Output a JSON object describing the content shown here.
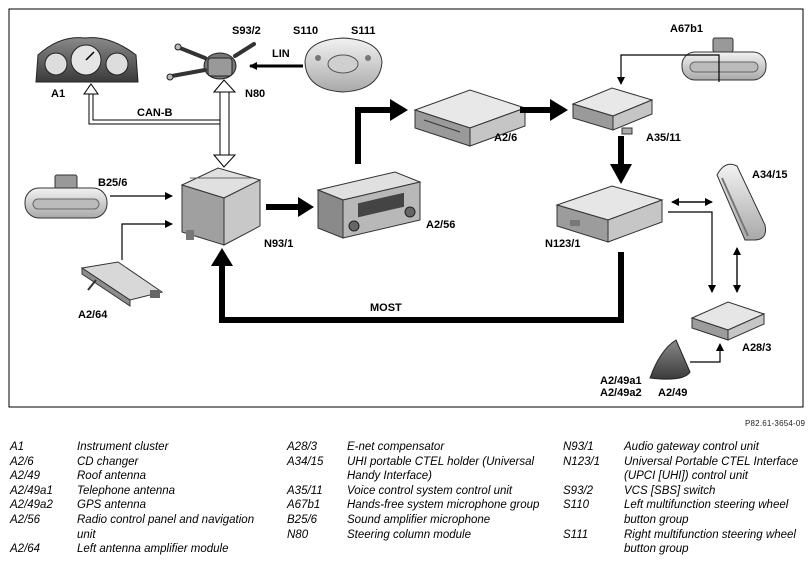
{
  "diagram": {
    "labels": {
      "a1": "A1",
      "s93_2": "S93/2",
      "s110": "S110",
      "s111": "S111",
      "lin": "LIN",
      "n80": "N80",
      "can_b": "CAN-B",
      "a67b1": "A67b1",
      "a2_6": "A2/6",
      "a35_11": "A35/11",
      "b25_6": "B25/6",
      "n93_1": "N93/1",
      "a2_56": "A2/56",
      "n123_1": "N123/1",
      "a34_15": "A34/15",
      "a2_64": "A2/64",
      "most": "MOST",
      "a28_3": "A28/3",
      "a2_49a1": "A2/49a1",
      "a2_49a2": "A2/49a2",
      "a2_49": "A2/49"
    },
    "reference": "P82.61-3654-09"
  },
  "legend": {
    "col1": [
      {
        "code": "A1",
        "desc": "Instrument cluster"
      },
      {
        "code": "A2/6",
        "desc": "CD changer"
      },
      {
        "code": "A2/49",
        "desc": "Roof antenna"
      },
      {
        "code": "A2/49a1",
        "desc": "Telephone antenna"
      },
      {
        "code": "A2/49a2",
        "desc": "GPS antenna"
      },
      {
        "code": "A2/56",
        "desc": "Radio control panel and navigation unit"
      },
      {
        "code": "A2/64",
        "desc": "Left antenna amplifier module"
      }
    ],
    "col2": [
      {
        "code": "A28/3",
        "desc": "E-net compensator"
      },
      {
        "code": "A34/15",
        "desc": "UHI portable CTEL holder (Universal Handy Interface)"
      },
      {
        "code": "A35/11",
        "desc": "Voice control system control unit"
      },
      {
        "code": "A67b1",
        "desc": "Hands-free system microphone group"
      },
      {
        "code": "B25/6",
        "desc": "Sound amplifier microphone"
      },
      {
        "code": "N80",
        "desc": "Steering column module"
      }
    ],
    "col3": [
      {
        "code": "N93/1",
        "desc": "Audio gateway control unit"
      },
      {
        "code": "N123/1",
        "desc": "Universal Portable CTEL Interface (UPCI [UHI]) control unit"
      },
      {
        "code": "S93/2",
        "desc": "VCS [SBS] switch"
      },
      {
        "code": "S110",
        "desc": "Left multifunction steering wheel button group"
      },
      {
        "code": "S111",
        "desc": "Right multifunction steering wheel button group"
      }
    ]
  }
}
